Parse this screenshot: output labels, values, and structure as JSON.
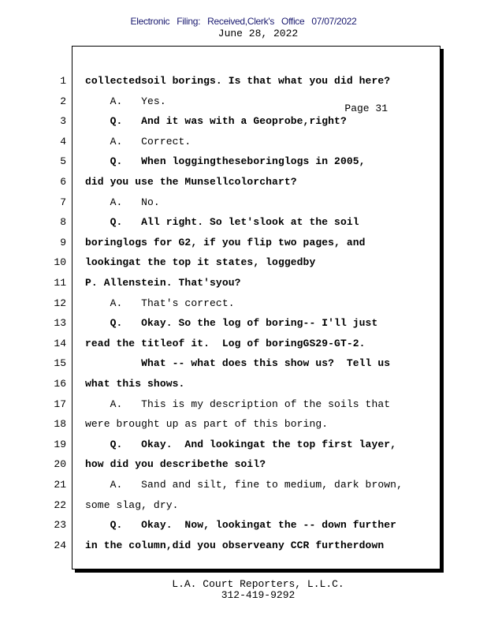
{
  "header": {
    "filing_stamp": "Electronic Filing: Received,Clerk's Office 07/07/2022",
    "date": "June 28, 2022"
  },
  "page_label": "Page 31",
  "lines": [
    {
      "n": "1",
      "text": "collectedsoil borings. Is that what you did here?",
      "bold": true
    },
    {
      "n": "2",
      "text": "    A.   Yes.",
      "bold": false
    },
    {
      "n": "3",
      "text": "    Q.   And it was with a Geoprobe,right?",
      "bold": true
    },
    {
      "n": "4",
      "text": "    A.   Correct.",
      "bold": false
    },
    {
      "n": "5",
      "text": "    Q.   When loggingtheseboringlogs in 2005,",
      "bold": true
    },
    {
      "n": "6",
      "text": "did you use the Munsellcolorchart?",
      "bold": true
    },
    {
      "n": "7",
      "text": "    A.   No.",
      "bold": false
    },
    {
      "n": "8",
      "text": "    Q.   All right. So let'slook at the soil",
      "bold": true
    },
    {
      "n": "9",
      "text": "boringlogs for G2, if you flip two pages, and",
      "bold": true
    },
    {
      "n": "10",
      "text": "lookingat the top it states, loggedby",
      "bold": true
    },
    {
      "n": "11",
      "text": "P. Allenstein. That'syou?",
      "bold": true
    },
    {
      "n": "12",
      "text": "    A.   That's correct.",
      "bold": false
    },
    {
      "n": "13",
      "text": "    Q.   Okay. So the log of boring-- I'll just",
      "bold": true
    },
    {
      "n": "14",
      "text": "read the titleof it.  Log of boringGS29-GT-2.",
      "bold": true
    },
    {
      "n": "15",
      "text": "         What -- what does this show us?  Tell us",
      "bold": true
    },
    {
      "n": "16",
      "text": "what this shows.",
      "bold": true
    },
    {
      "n": "17",
      "text": "    A.   This is my description of the soils that",
      "bold": false
    },
    {
      "n": "18",
      "text": "were brought up as part of this boring.",
      "bold": false
    },
    {
      "n": "19",
      "text": "    Q.   Okay.  And lookingat the top first layer,",
      "bold": true
    },
    {
      "n": "20",
      "text": "how did you describethe soil?",
      "bold": true
    },
    {
      "n": "21",
      "text": "    A.   Sand and silt, fine to medium, dark brown,",
      "bold": false
    },
    {
      "n": "22",
      "text": "some slag, dry.",
      "bold": false
    },
    {
      "n": "23",
      "text": "    Q.   Okay.  Now, lookingat the -- down further",
      "bold": true
    },
    {
      "n": "24",
      "text": "in the column,did you observeany CCR furtherdown",
      "bold": true
    }
  ],
  "footer": {
    "company": "L.A. Court Reporters, L.L.C.",
    "phone": "312-419-9292"
  }
}
